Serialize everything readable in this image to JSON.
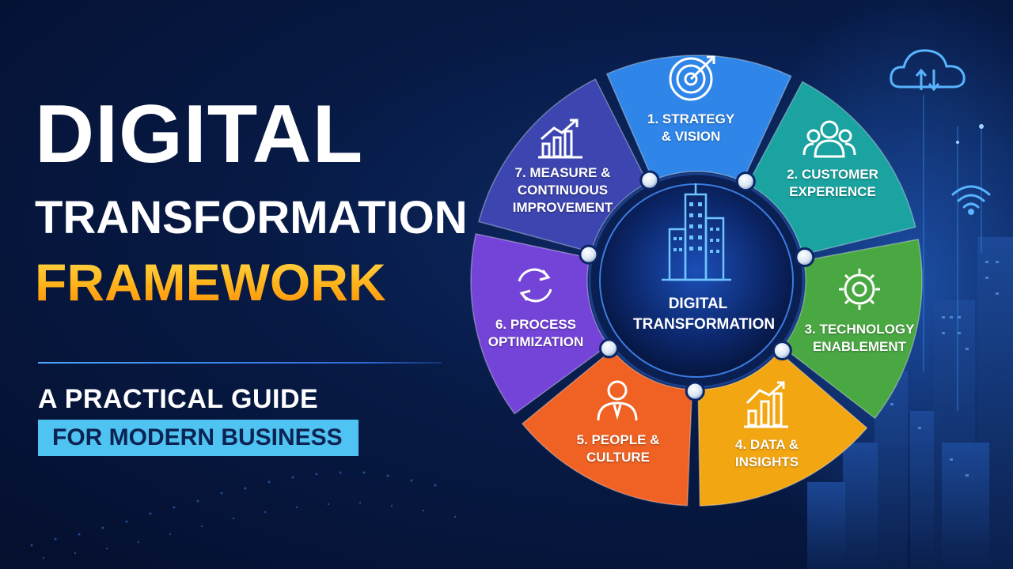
{
  "title": {
    "line1": "DIGITAL",
    "line2": "TRANSFORMATION",
    "line3": "FRAMEWORK"
  },
  "subtitle": {
    "line1": "A PRACTICAL GUIDE",
    "line2": "FOR MODERN BUSINESS"
  },
  "center": {
    "line1": "DIGITAL",
    "line2": "TRANSFORMATION",
    "icon": "city-building-icon"
  },
  "segments": [
    {
      "line1": "1. STRATEGY",
      "line2": "& VISION",
      "line3": "",
      "color": "#2f86e8",
      "icon": "target-icon"
    },
    {
      "line1": "2. CUSTOMER",
      "line2": "EXPERIENCE",
      "line3": "",
      "color": "#1aa3a0",
      "icon": "users-group-icon"
    },
    {
      "line1": "3. TECHNOLOGY",
      "line2": "ENABLEMENT",
      "line3": "",
      "color": "#4aa843",
      "icon": "gear-icon"
    },
    {
      "line1": "4. DATA &",
      "line2": "INSIGHTS",
      "line3": "",
      "color": "#f2a612",
      "icon": "bar-chart-icon"
    },
    {
      "line1": "5. PEOPLE &",
      "line2": "CULTURE",
      "line3": "",
      "color": "#f06224",
      "icon": "person-icon"
    },
    {
      "line1": "6. PROCESS",
      "line2": "OPTIMIZATION",
      "line3": "",
      "color": "#7444d8",
      "icon": "cycle-arrows-icon"
    },
    {
      "line1": "7. MEASURE &",
      "line2": "CONTINUOUS",
      "line3": "IMPROVEMENT",
      "color": "#3d45b0",
      "icon": "growth-chart-icon"
    }
  ],
  "colors": {
    "accent_yellow": "#ffbf1f",
    "subtitle_box": "#4fc3f2",
    "background": "#071a45"
  }
}
